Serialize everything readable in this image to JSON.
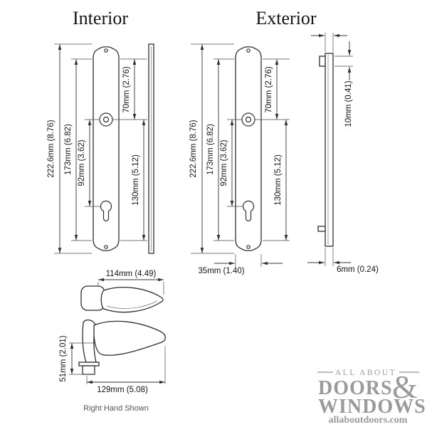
{
  "titles": {
    "interior": "Interior",
    "exterior": "Exterior"
  },
  "dims": {
    "total_height": "222.6mm (8.76)",
    "h173": "173mm (6.82)",
    "h92": "92mm (3.62)",
    "h70": "70mm (2.76)",
    "h130": "130mm (5.12)",
    "h10": "10mm (0.41)",
    "w35": "35mm (1.40)",
    "w6": "6mm (0.24)",
    "handle_length_top": "114mm (4.49)",
    "handle_length_side": "129mm (5.08)",
    "handle_height": "51mm (2.01)"
  },
  "caption": "Right Hand Shown",
  "logo": {
    "tagline": "ALL ABOUT",
    "word1": "DOORS",
    "word2": "WINDOWS",
    "ampersand": "&",
    "website": "allaboutdoors.com"
  },
  "colors": {
    "line": "#333333",
    "logo": "#9a9a9a"
  }
}
